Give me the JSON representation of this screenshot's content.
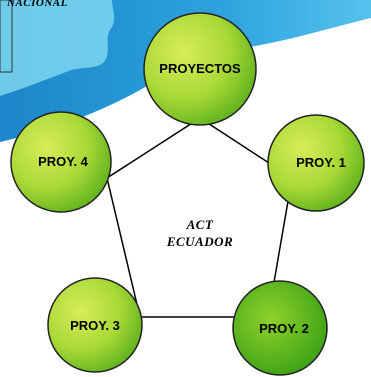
{
  "banner": {
    "text": "NACIONAL"
  },
  "center": {
    "line1": "ACT",
    "line2": "ECUADOR"
  },
  "nodes": {
    "top": "PROYECTOS",
    "right": "PROY. 1",
    "bottom_right": "PROY. 2",
    "bottom_left": "PROY. 3",
    "left": "PROY. 4"
  }
}
